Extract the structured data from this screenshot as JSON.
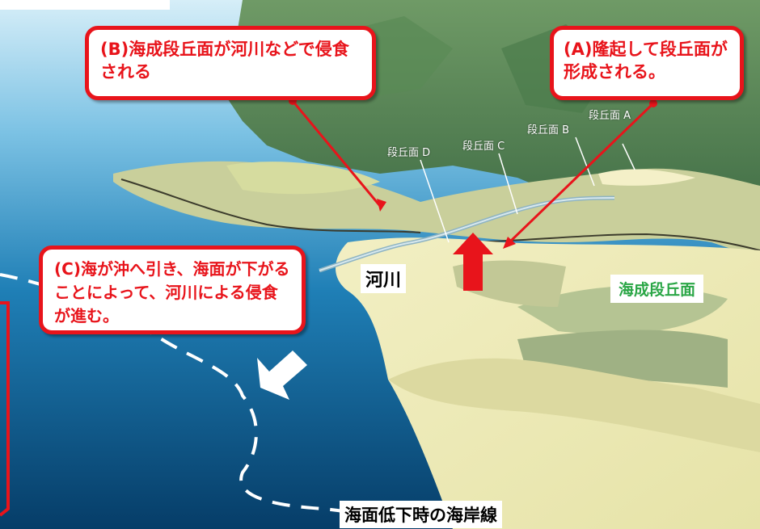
{
  "callouts": {
    "a": "(A)隆起して段丘面が形成される。",
    "b": "(B)海成段丘面が河川などで侵食される",
    "c": "(C)海が沖へ引き、海面が下がることによって、河川による侵食が進む。"
  },
  "labels": {
    "river": "河川",
    "marine_terrace": "海成段丘面",
    "shoreline": "海面低下時の海岸線"
  },
  "terraces": {
    "a": "段丘面 A",
    "b": "段丘面 B",
    "c": "段丘面 C",
    "d": "段丘面 D"
  },
  "colors": {
    "callout_red": "#e8141b",
    "marine_terrace_text": "#2aa646",
    "sea_top": "#bfe3f3",
    "sea_deep": "#0a4f80"
  }
}
